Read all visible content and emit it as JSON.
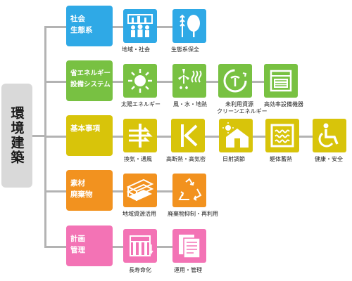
{
  "root_label": "環境建築",
  "colors": {
    "blue": "#2fa9e6",
    "green": "#78c142",
    "yellow": "#d8c40a",
    "orange": "#f2921f",
    "pink": "#f373b5",
    "connector": "#b3b3b3",
    "root_bg": "#d9d9d9"
  },
  "categories": [
    {
      "line1": "社会",
      "line2": "生態系",
      "items": [
        {
          "label": "地域・社会",
          "icon": "community-icon"
        },
        {
          "label": "生態系保全",
          "icon": "trees-icon"
        }
      ]
    },
    {
      "line1": "省エネルギー",
      "line2": "設備システム",
      "items": [
        {
          "label": "太陽エネルギー",
          "icon": "sun-icon"
        },
        {
          "label": "風・水・地熱",
          "icon": "wind-water-heat-icon"
        },
        {
          "label": "未利用資源",
          "label2": "クリーンエネルギー",
          "icon": "clean-energy-icon"
        },
        {
          "label": "高効率設備機器",
          "icon": "equipment-icon"
        }
      ]
    },
    {
      "line1": "基本事項",
      "line2": "",
      "items": [
        {
          "label": "換気・通風",
          "icon": "ventilation-icon"
        },
        {
          "label": "高断熱・高気密",
          "icon": "insulation-icon"
        },
        {
          "label": "日射調節",
          "icon": "sunlight-house-icon"
        },
        {
          "label": "躯体蓄熱",
          "icon": "thermal-mass-icon"
        },
        {
          "label": "健康・安全",
          "icon": "wheelchair-icon"
        }
      ]
    },
    {
      "line1": "素材",
      "line2": "廃棄物",
      "items": [
        {
          "label": "地域資源活用",
          "icon": "lumber-icon"
        },
        {
          "label": "廃棄物抑制・再利用",
          "icon": "recycle-icon"
        }
      ]
    },
    {
      "line1": "計画",
      "line2": "管理",
      "items": [
        {
          "label": "長寿命化",
          "icon": "long-life-icon"
        },
        {
          "label": "運用・管理",
          "icon": "documents-icon"
        }
      ]
    }
  ]
}
